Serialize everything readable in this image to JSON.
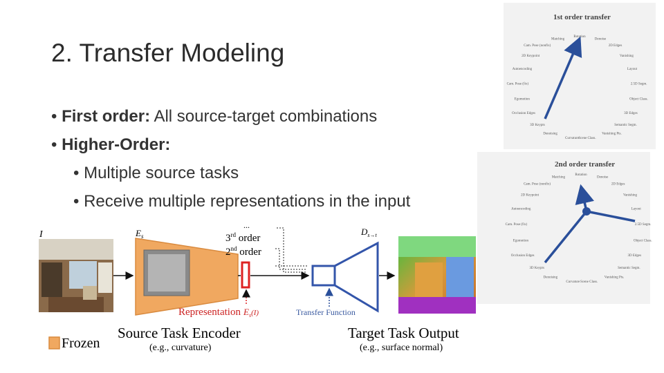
{
  "slide": {
    "title": "2. Transfer Modeling",
    "bullets": [
      {
        "bold": "First order:",
        "text": " All source-target combinations"
      },
      {
        "bold": "Higher-Order:",
        "text": ""
      },
      {
        "bold": "",
        "text": "Multiple source tasks"
      },
      {
        "bold": "",
        "text": "Receive multiple representations in the input"
      }
    ]
  },
  "diagram": {
    "input_label": "I",
    "encoder_label": "E",
    "encoder_sub": "s",
    "decoder_label": "D",
    "decoder_sub": "s→t",
    "order3": "3",
    "order3_sup": "rd",
    "order3_word": " order",
    "order2": "2",
    "order2_sup": "nd",
    "order2_word": " order",
    "dots": "...",
    "representation": "Representation",
    "rep_formula": "E",
    "rep_formula_sub": "s",
    "rep_formula_arg": "(I)",
    "transfer_function": "Transfer Function",
    "source_encoder": "Source Task Encoder",
    "source_encoder_example": "(e.g., curvature)",
    "target_output": "Target Task Output",
    "target_output_example": "(e.g., surface normal)",
    "frozen": "Frozen",
    "colors": {
      "encoder": "#f0a860",
      "decoder": "#3355aa",
      "rep": "#dd2222",
      "arrow": "#2a4f9a"
    }
  },
  "panels": {
    "first": {
      "title": "1st order transfer"
    },
    "second": {
      "title": "2nd order transfer"
    },
    "tasks": [
      "Rotation",
      "Denoise",
      "2D Edges",
      "Vanishing",
      "Layout",
      "2.5D Segm.",
      "Object Class.",
      "3D Edges",
      "Semantic Segm.",
      "Vanishing Pts.",
      "Scene Class.",
      "Curvature",
      "Denoising",
      "3D Keypts",
      "Occlusion Edges",
      "Egomotion",
      "Cam. Pose (fix)",
      "Autoencoding",
      "2D Keypoint",
      "Cam. Pose (nonfix)",
      "Matching"
    ]
  }
}
